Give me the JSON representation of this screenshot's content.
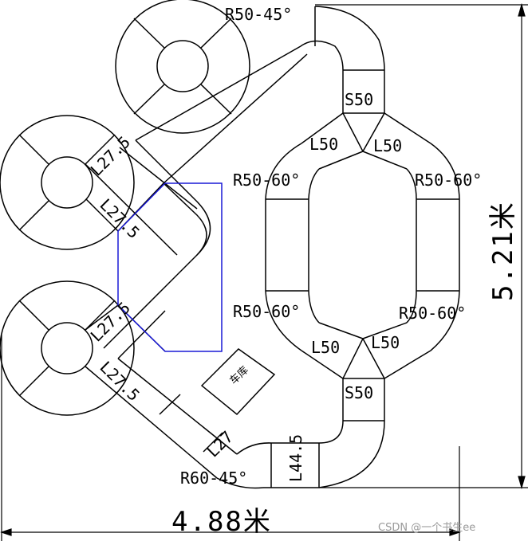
{
  "labels": {
    "r50_45_top": "R50-45°",
    "s50_top": "S50",
    "l50_top_left": "L50",
    "l50_top_right": "L50",
    "r50_60_upper_left": "R50-60°",
    "r50_60_upper_right": "R50-60°",
    "r50_60_lower_left": "R50-60°",
    "r50_60_lower_right": "R50-60°",
    "l50_bottom_left": "L50",
    "l50_bottom_right": "L50",
    "s50_bottom": "S50",
    "l27_5_a": "L27.5",
    "l27_5_b": "L27.5",
    "l27_5_c": "L27.5",
    "l27_5_d": "L27.5",
    "l27_bottom": "L27",
    "l44_5": "L44.5",
    "r60_45": "R60-45°",
    "garage": "车库"
  },
  "dimensions": {
    "width": "4.88米",
    "height": "5.21米"
  },
  "watermark": "CSDN @一个书生ee"
}
